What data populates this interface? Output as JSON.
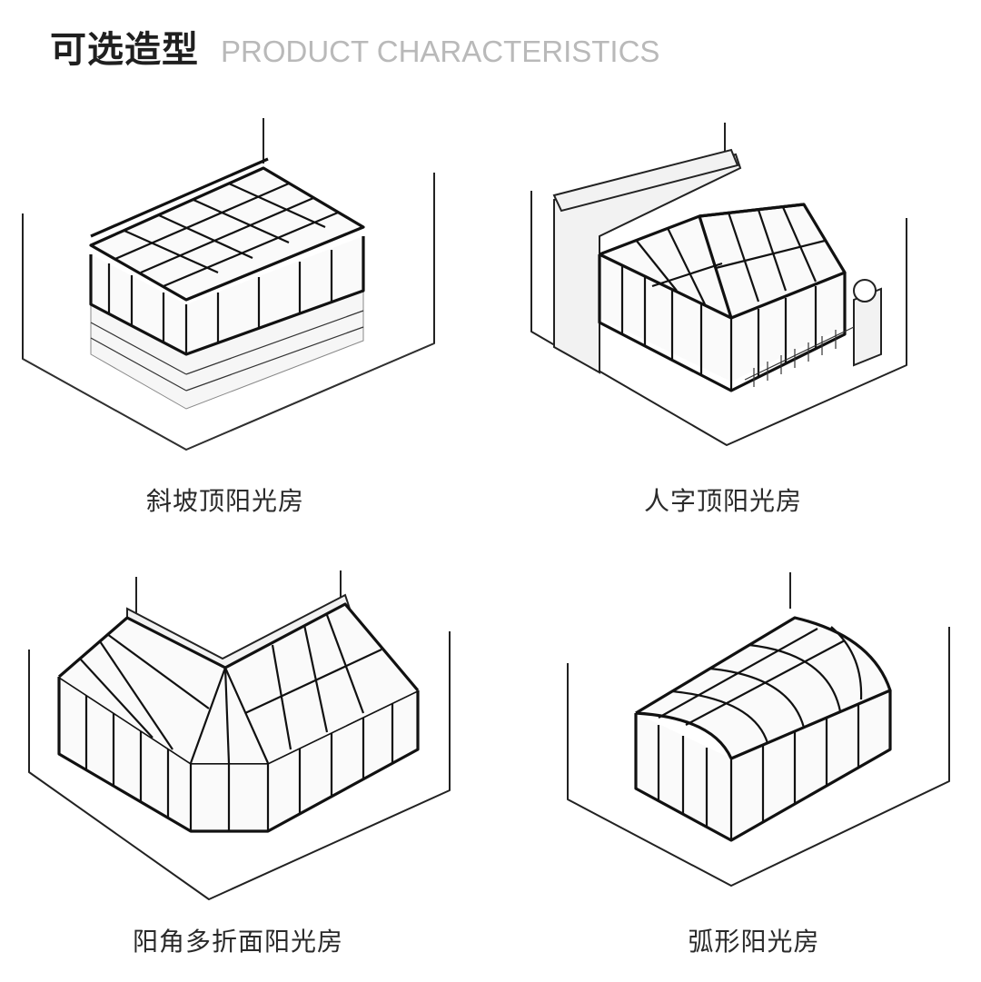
{
  "header": {
    "title_cn": "可选造型",
    "title_en": "PRODUCT CHARACTERISTICS"
  },
  "products": [
    {
      "label": "斜坡顶阳光房"
    },
    {
      "label": "人字顶阳光房"
    },
    {
      "label": "阳角多折面阳光房"
    },
    {
      "label": "弧形阳光房"
    }
  ],
  "colors": {
    "line": "#222222",
    "title": "#1f1f1f",
    "subtitle": "#b9b9b9"
  }
}
